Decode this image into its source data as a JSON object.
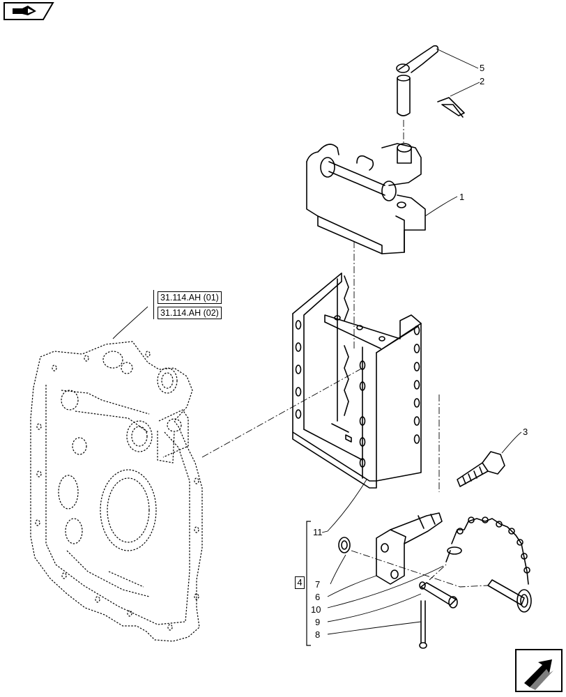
{
  "header_icon": "hand-pointing-book-icon",
  "footer_icon": "next-page-arrow-icon",
  "references": [
    "31.114.AH (01)",
    "31.114.AH (02)"
  ],
  "group_label": "4",
  "callouts": {
    "c1": "1",
    "c2": "2",
    "c3": "3",
    "c5": "5",
    "c6": "6",
    "c7": "7",
    "c8": "8",
    "c9": "9",
    "c10": "10",
    "c11": "11"
  },
  "parts": [
    "hitch-pin",
    "clip",
    "hook",
    "bolt",
    "bush",
    "adapter",
    "pin",
    "snap-pin",
    "chain",
    "frame",
    "axle-housing"
  ]
}
